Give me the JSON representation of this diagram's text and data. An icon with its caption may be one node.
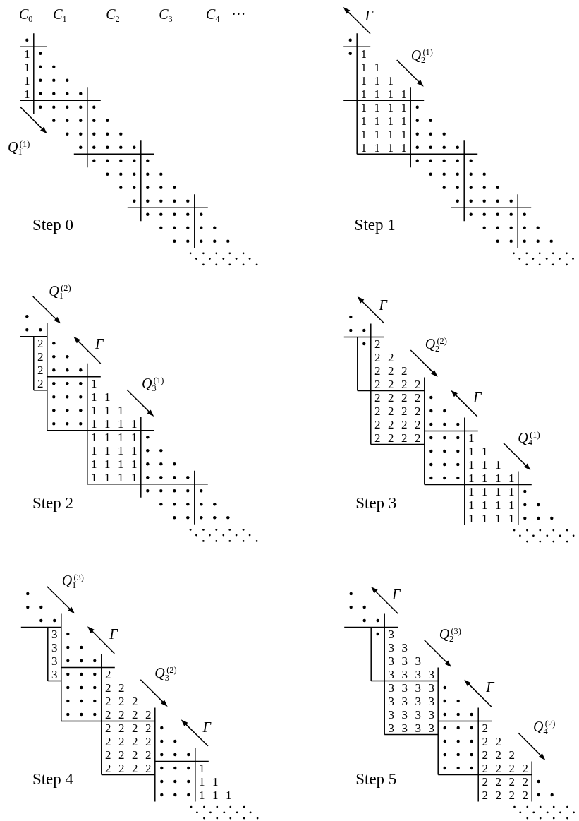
{
  "diagram": {
    "labels": [
      "C$_{0}$",
      "C$_{1}$",
      "C$_{2}$",
      "C$_{3}$",
      "C$_{4}$",
      "···",
      "Q$_{1}$$^{(1)}$",
      "1",
      "1",
      "1",
      "1",
      "Step 0",
      "Γ",
      "Q$_{2}$$^{(1)}$",
      "1",
      "1 1",
      "1 1 1",
      "1 1 1 1",
      "1 1 1 1",
      "1 1 1 1",
      "1 1 1 1",
      "1 1 1 1",
      "Step 1",
      "Q$_{1}$$^{(2)}$",
      "Γ",
      "Q$_{3}$$^{(1)}$",
      "2",
      "2",
      "2",
      "2",
      "1",
      "1 1",
      "1 1 1",
      "1 1 1 1",
      "1 1 1 1",
      "1 1 1 1",
      "1 1 1 1",
      "1 1 1 1",
      "Step 2",
      "Γ",
      "Q$_{2}$$^{(2)}$",
      "Γ",
      "Q$_{4}$$^{(1)}$",
      "2",
      "2 2",
      "2 2 2",
      "2 2 2 2",
      "2 2 2 2",
      "2 2 2 2",
      "2 2 2 2",
      "2 2 2 2",
      "1",
      "1 1",
      "1 1 1",
      "1 1 1 1",
      "1 1 1 1",
      "1 1 1 1",
      "1 1 1 1",
      "Step 3",
      "Q$_{1}$$^{(3)}$",
      "Γ",
      "Q$_{3}$$^{(2)}$",
      "Γ",
      "3",
      "3",
      "3",
      "3",
      "2",
      "2 2",
      "2 2 2",
      "2 2 2 2",
      "2 2 2 2",
      "2 2 2 2",
      "2 2 2 2",
      "2 2 2 2",
      "1",
      "1 1",
      "1 1 1",
      "Step 4",
      "Γ",
      "Q$_{2}$$^{(3)}$",
      "Γ",
      "Q$_{4}$$^{(2)}$",
      "3",
      "3 3",
      "3 3 3",
      "3 3 3 3",
      "3 3 3 3",
      "3 3 3 3",
      "3 3 3 3",
      "3 3 3 3",
      "2",
      "2 2",
      "2 2 2",
      "2 2 2 2",
      "2 2 2 2",
      "2 2 2 2",
      "Step 5"
    ]
  }
}
